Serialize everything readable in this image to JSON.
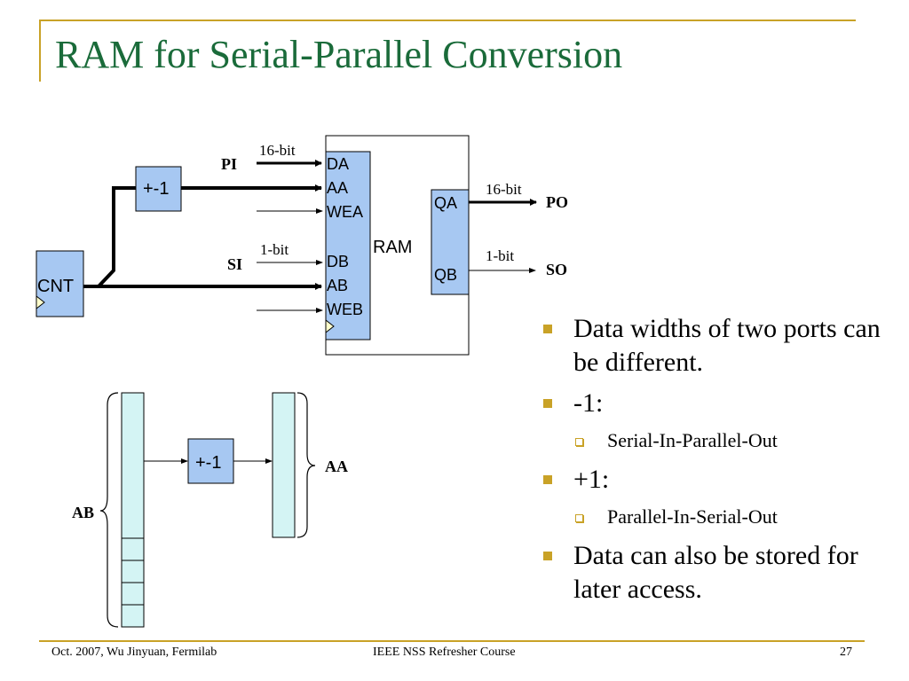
{
  "slide": {
    "title": "RAM for Serial-Parallel Conversion"
  },
  "diagram": {
    "ram_label": "RAM",
    "port_a_inputs": [
      "DA",
      "AA",
      "WEA"
    ],
    "port_b_inputs": [
      "DB",
      "AB",
      "WEB"
    ],
    "outputs": [
      "QA",
      "QB"
    ],
    "cnt_label": "CNT",
    "plus_minus_label": "+-1",
    "pi_label": "PI",
    "si_label": "SI",
    "po_label": "PO",
    "so_label": "SO",
    "width_16": "16-bit",
    "width_1": "1-bit",
    "ab_label": "AB",
    "aa_label": "AA"
  },
  "bullets": [
    {
      "level": 1,
      "text": "Data widths of two ports can be different."
    },
    {
      "level": 1,
      "text": "-1:"
    },
    {
      "level": 2,
      "text": "Serial-In-Parallel-Out"
    },
    {
      "level": 1,
      "text": "+1:"
    },
    {
      "level": 2,
      "text": "Parallel-In-Serial-Out"
    },
    {
      "level": 1,
      "text": "Data can also be stored for later access."
    }
  ],
  "footer": {
    "left": "Oct. 2007, Wu Jinyuan, Fermilab",
    "center": "IEEE NSS Refresher Course",
    "page": "27"
  },
  "colors": {
    "title": "#1a6b3a",
    "accent": "#c9a227",
    "block_fill": "#a7c8f2",
    "memory_fill": "#d4f4f4"
  }
}
